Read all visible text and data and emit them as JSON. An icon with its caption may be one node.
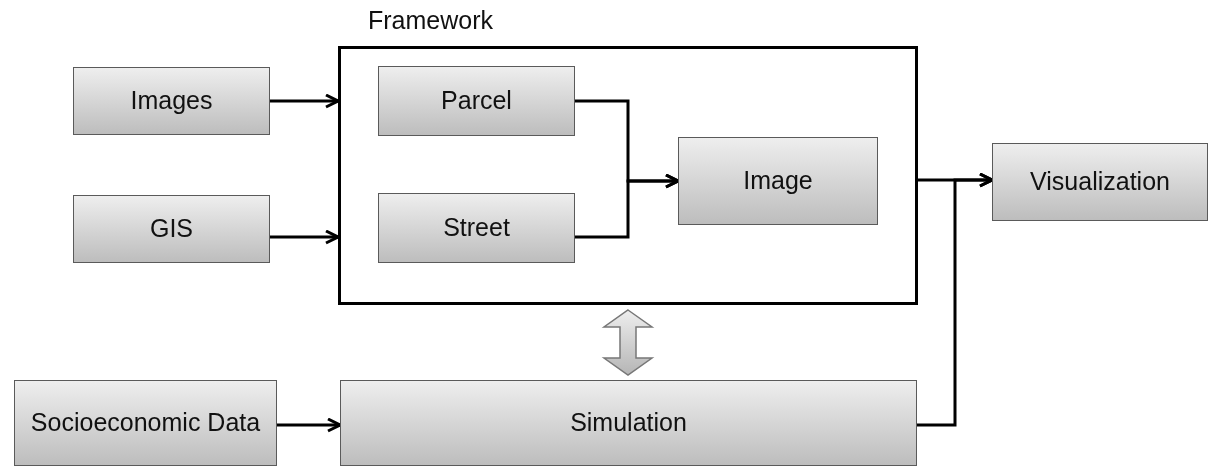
{
  "diagram": {
    "nodes": [
      {
        "text": [
          "Framework"
        ]
      },
      {
        "text": [
          "Images"
        ]
      },
      {
        "text": [
          "GIS"
        ]
      },
      {
        "text": [
          "Parcel"
        ],
        "in": 0
      },
      {
        "text": [
          "Street"
        ],
        "in": 0
      },
      {
        "text": [
          "Image"
        ],
        "in": 0
      },
      {
        "text": [
          "Visualization"
        ]
      },
      {
        "text": [
          "Socioeconomic Data"
        ]
      },
      {
        "text": [
          "Simulation"
        ]
      }
    ],
    "edges": [
      {
        "from": 1,
        "to": 0,
        "arrow": "to"
      },
      {
        "from": 2,
        "to": 0,
        "arrow": "to"
      },
      {
        "from": 3,
        "to": 5,
        "arrow": "to"
      },
      {
        "from": 4,
        "to": 5,
        "arrow": "to"
      },
      {
        "from": 0,
        "to": 6,
        "arrow": "to"
      },
      {
        "from": 8,
        "to": 6,
        "arrow": "to"
      },
      {
        "from": 7,
        "to": 8,
        "arrow": "to"
      },
      {
        "from": 0,
        "to": 8,
        "arrow": "both",
        "style": "thick"
      }
    ]
  }
}
